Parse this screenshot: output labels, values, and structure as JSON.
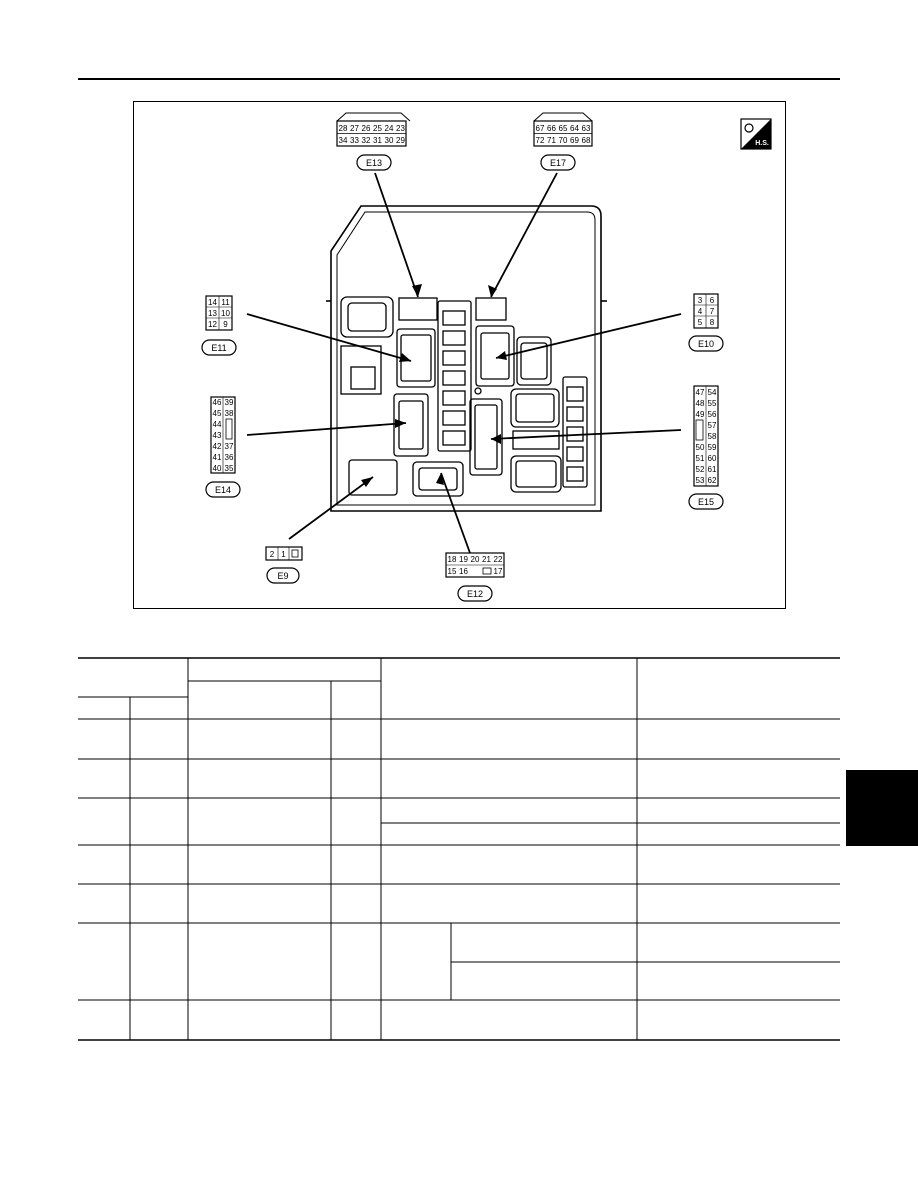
{
  "connectors": {
    "e13": {
      "tag": "E13",
      "row1": [
        "28",
        "27",
        "26",
        "25",
        "24",
        "23"
      ],
      "row2": [
        "34",
        "33",
        "32",
        "31",
        "30",
        "29"
      ]
    },
    "e17": {
      "tag": "E17",
      "row1": [
        "67",
        "66",
        "65",
        "64",
        "63"
      ],
      "row2": [
        "72",
        "71",
        "70",
        "69",
        "68"
      ]
    },
    "e11": {
      "tag": "E11",
      "rows": [
        [
          "14",
          "11"
        ],
        [
          "13",
          "10"
        ],
        [
          "12",
          "9"
        ]
      ]
    },
    "e10": {
      "tag": "E10",
      "rows": [
        [
          "3",
          "6"
        ],
        [
          "4",
          "7"
        ],
        [
          "5",
          "8"
        ]
      ]
    },
    "e14": {
      "tag": "E14",
      "rows": [
        [
          "46",
          "39"
        ],
        [
          "45",
          "38"
        ],
        [
          "44",
          ""
        ],
        [
          "43",
          ""
        ],
        [
          "42",
          "37"
        ],
        [
          "41",
          "36"
        ],
        [
          "40",
          "35"
        ]
      ]
    },
    "e15": {
      "tag": "E15",
      "rows": [
        [
          "47",
          "54"
        ],
        [
          "48",
          "55"
        ],
        [
          "49",
          "56"
        ],
        [
          "",
          "57"
        ],
        [
          "",
          "58"
        ],
        [
          "50",
          "59"
        ],
        [
          "51",
          "60"
        ],
        [
          "52",
          "61"
        ],
        [
          "53",
          "62"
        ]
      ]
    },
    "e9": {
      "tag": "E9",
      "cells": [
        "2",
        "1"
      ]
    },
    "e12": {
      "tag": "E12",
      "row1": [
        "18",
        "19",
        "20",
        "21",
        "22"
      ],
      "row2": [
        "15",
        "16",
        "",
        "17"
      ]
    }
  },
  "hs_badge": "H.S.",
  "colors": {
    "ink": "#000000",
    "paper": "#ffffff",
    "tab": "#000000"
  }
}
